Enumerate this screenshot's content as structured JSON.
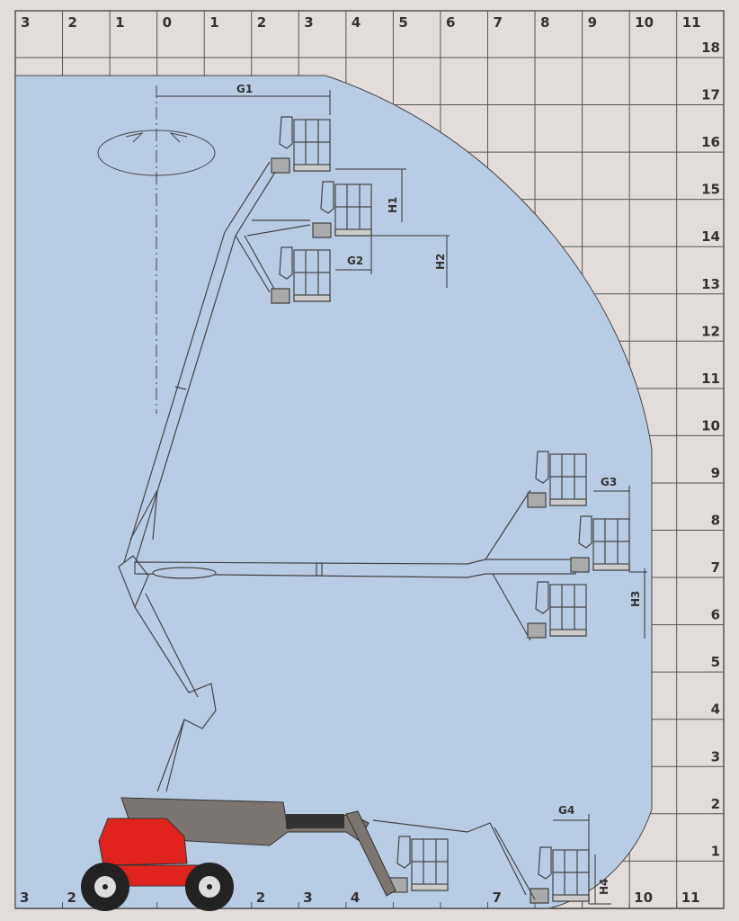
{
  "diagram": {
    "title": "Working range diagram",
    "top_axis_labels": [
      "3",
      "2",
      "1",
      "0",
      "1",
      "2",
      "3",
      "4",
      "5",
      "6",
      "7",
      "8",
      "9",
      "10",
      "11"
    ],
    "right_axis_labels": [
      "18",
      "17",
      "16",
      "15",
      "14",
      "13",
      "12",
      "11",
      "10",
      "9",
      "8",
      "7",
      "6",
      "5",
      "4",
      "3",
      "2",
      "1"
    ],
    "bottom_axis_labels": [
      "3",
      "2",
      "2",
      "3",
      "4",
      "7",
      "10",
      "11"
    ],
    "dimensions": {
      "g1": "G1",
      "h1": "H1",
      "g2": "G2",
      "h2": "H2",
      "g3": "G3",
      "h3": "H3",
      "g4": "G4",
      "h4": "H4"
    },
    "colors": {
      "background": "#e4dcda",
      "envelope": "#b8cce4",
      "grid": "#555555",
      "machine_body": "#e0231c",
      "boom": "#7d7670"
    }
  }
}
